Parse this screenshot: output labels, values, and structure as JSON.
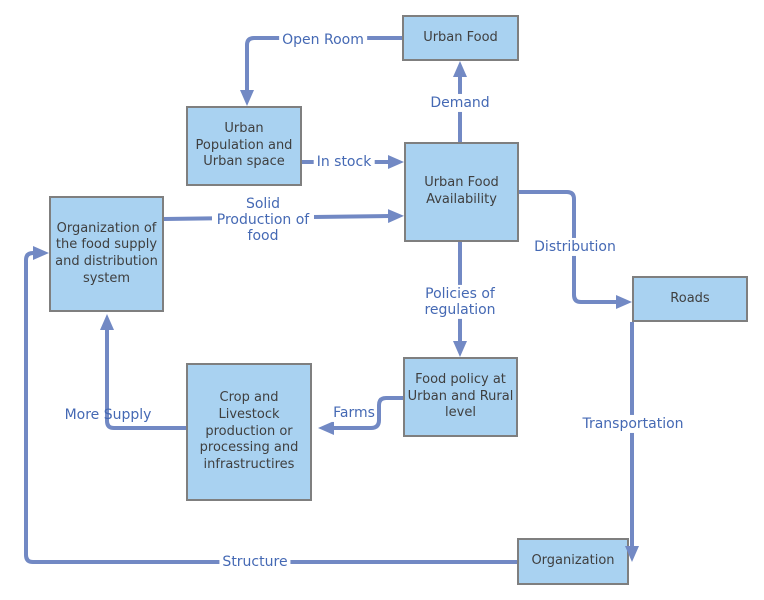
{
  "colors": {
    "background": "#FFFFFF",
    "node_fill": "#A9D2F1",
    "node_border": "#7F7F7F",
    "node_text": "#3F3F3F",
    "edge_line": "#7289C4",
    "edge_label_text": "#4569B4"
  },
  "diagram": {
    "type": "flowchart",
    "nodes": [
      {
        "id": "urban-food",
        "label": "Urban Food"
      },
      {
        "id": "urban-population",
        "label": "Urban Population and Urban space"
      },
      {
        "id": "urban-food-availability",
        "label": "Urban Food Availability"
      },
      {
        "id": "org-food-supply",
        "label": "Organization of the food supply and distribution system"
      },
      {
        "id": "roads",
        "label": "Roads"
      },
      {
        "id": "food-policy",
        "label": "Food policy at Urban and Rural level"
      },
      {
        "id": "crop-livestock",
        "label": "Crop and Livestock production or processing and infrastructires"
      },
      {
        "id": "organization",
        "label": "Organization"
      }
    ],
    "edges": [
      {
        "id": "open-room",
        "label": "Open Room",
        "from": "urban-food",
        "to": "urban-population"
      },
      {
        "id": "demand",
        "label": "Demand",
        "from": "urban-food-availability",
        "to": "urban-food"
      },
      {
        "id": "in-stock",
        "label": "In stock",
        "from": "urban-population",
        "to": "urban-food-availability"
      },
      {
        "id": "solid-production",
        "label": "Solid Production of food",
        "from": "org-food-supply",
        "to": "urban-food-availability"
      },
      {
        "id": "distribution",
        "label": "Distribution",
        "from": "urban-food-availability",
        "to": "roads"
      },
      {
        "id": "policies-of-regulation",
        "label": "Policies of regulation",
        "from": "urban-food-availability",
        "to": "food-policy"
      },
      {
        "id": "farms",
        "label": "Farms",
        "from": "food-policy",
        "to": "crop-livestock"
      },
      {
        "id": "more-supply",
        "label": "More Supply",
        "from": "crop-livestock",
        "to": "org-food-supply"
      },
      {
        "id": "transportation",
        "label": "Transportation",
        "from": "roads",
        "to": "organization"
      },
      {
        "id": "structure",
        "label": "Structure",
        "from": "organization",
        "to": "org-food-supply"
      }
    ]
  }
}
